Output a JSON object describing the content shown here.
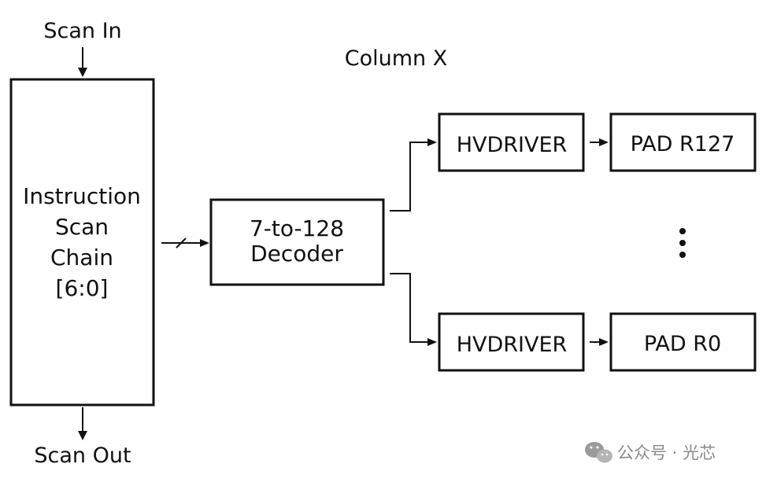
{
  "labels": {
    "scan_in": "Scan In",
    "scan_out": "Scan Out",
    "column": "Column X"
  },
  "blocks": {
    "chain": {
      "lines": [
        "Instruction",
        "Scan",
        "Chain",
        "[6:0]"
      ]
    },
    "decoder": {
      "lines": [
        "7-to-128",
        "Decoder"
      ]
    },
    "hvdriver_top": {
      "text": "HVDRIVER"
    },
    "hvdriver_bottom": {
      "text": "HVDRIVER"
    },
    "pad_top": {
      "text": "PAD R127"
    },
    "pad_bottom": {
      "text": "PAD R0"
    }
  },
  "watermark": {
    "text": "公众号 · 光芯"
  },
  "colors": {
    "stroke": "#111111",
    "background": "#ffffff",
    "watermark": "#8a8a8a"
  }
}
